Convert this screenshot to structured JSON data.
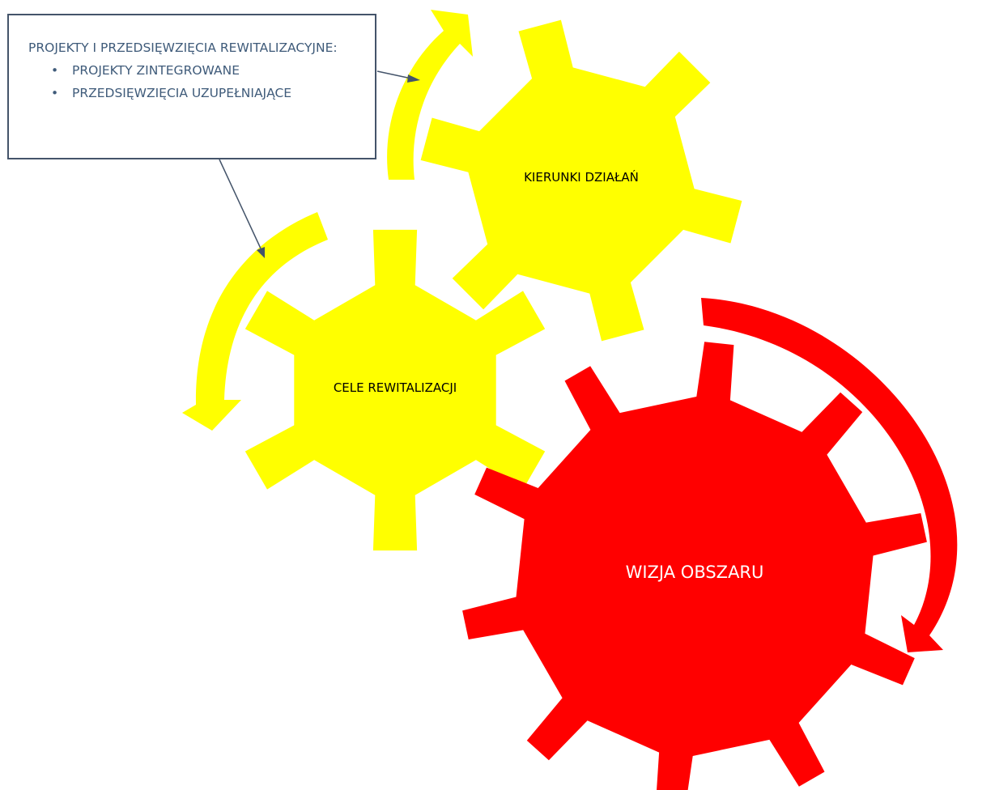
{
  "callout": {
    "title": "PROJEKTY I PRZEDSIĘWZIĘCIA REWITALIZACYJNE:",
    "items": [
      "PROJEKTY ZINTEGROWANE",
      "PRZEDSIĘWZIĘCIA UZUPEŁNIAJĄCE"
    ]
  },
  "gears": {
    "kierunki": {
      "label": "KIERUNKI DZIAŁAŃ",
      "color": "#FFFF00"
    },
    "cele": {
      "label": "CELE REWITALIZACJI",
      "color": "#FFFF00"
    },
    "wizja": {
      "label": "WIZJA OBSZARU",
      "color": "#FF0000"
    }
  },
  "colors": {
    "connector": "#44546A",
    "label_dark": "#000000",
    "label_light": "#FFFFFF"
  }
}
